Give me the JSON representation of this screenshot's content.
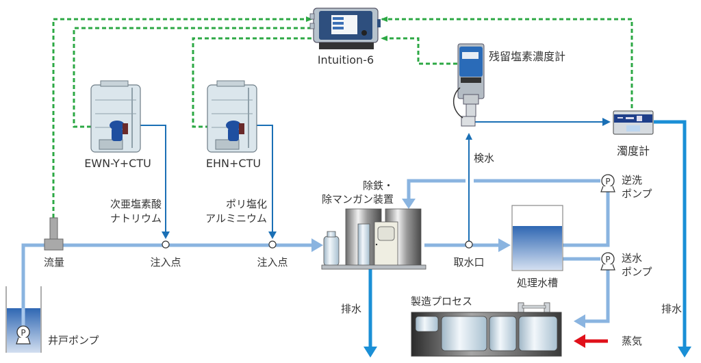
{
  "title": "水処理プロセス監視システム構成図",
  "colors": {
    "process_pipe": "#8ab4e0",
    "chemical_line": "#1a6fb5",
    "drain_arrow": "#1a8fd6",
    "signal_line": "#2ca844",
    "steam_arrow": "#e0101a"
  },
  "controller": {
    "label": "Intuition-6",
    "icon": "controller-unit-icon"
  },
  "chlorine_analyzer": {
    "label": "残留塩素濃度計",
    "icon": "analyzer-icon"
  },
  "turbidity_meter": {
    "label": "濁度計",
    "icon": "turbidity-meter-icon"
  },
  "dosing_units": [
    {
      "label": "EWN-Y+CTU",
      "chemical": [
        "次亜塩素酸",
        "ナトリウム"
      ],
      "icon": "dosing-tank-icon"
    },
    {
      "label": "EHN+CTU",
      "chemical": [
        "ポリ塩化",
        "アルミニウム"
      ],
      "icon": "dosing-tank-icon"
    }
  ],
  "flow_meter": {
    "label": "流量",
    "icon": "flow-meter-icon"
  },
  "well_pump": {
    "label": "井戸ポンプ",
    "icon": "pump-icon"
  },
  "injection_points": [
    "注入点",
    "注入点"
  ],
  "iron_removal": {
    "label": [
      "除鉄・",
      "除マンガン装置"
    ],
    "icon": "filter-unit-icon"
  },
  "sampling_port": {
    "label": "取水口"
  },
  "sample_water": {
    "label": "検水"
  },
  "treated_tank": {
    "label": "処理水槽"
  },
  "backwash_pump": {
    "label": [
      "逆洗",
      "ポンプ"
    ],
    "pump_symbol": "P"
  },
  "supply_pump": {
    "label": [
      "送水",
      "ポンプ"
    ],
    "pump_symbol": "P"
  },
  "manufacturing": {
    "label": "製造プロセス"
  },
  "steam": {
    "label": "蒸気"
  },
  "drains": [
    "排水",
    "排水"
  ],
  "pump_symbol": "P"
}
